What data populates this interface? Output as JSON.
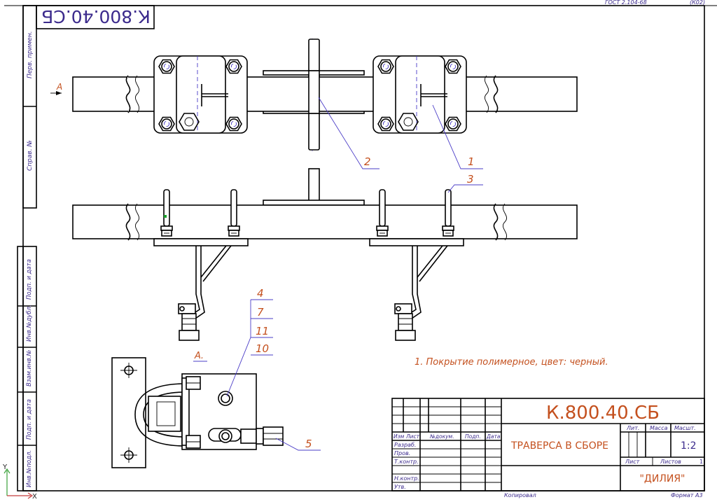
{
  "colors": {
    "line": "#000000",
    "hidden_line": "#4a3cc7",
    "callout_text": "#c4501e",
    "label_text": "#3b2a8c",
    "axis_y": "#3aa13a",
    "axis_x": "#c43c3c",
    "marker": "#18a02a"
  },
  "top_strip": {
    "standard": "ГОСТ 2.104-68",
    "form": "(К02)"
  },
  "stamp_code": "К.800.40.СБ",
  "side_columns": {
    "upper": [
      "Перв. примен.",
      "Справ. №"
    ],
    "lower": [
      "Подп. и дата",
      "Инв.№дубл.",
      "Взам.инв.№",
      "Подп. и дата",
      "Инв.№подл."
    ]
  },
  "section_label": "А",
  "view_label": "А.",
  "callouts": {
    "c1": "1",
    "c2": "2",
    "c3": "3",
    "stack": [
      "4",
      "7",
      "11",
      "10"
    ],
    "c5": "5"
  },
  "note": "1. Покрытие полимерное, цвет: черный.",
  "title_block": {
    "designation": "К.800.40.СБ",
    "name": "ТРАВЕРСА В СБОРЕ",
    "company": "\"ДИЛИЯ\"",
    "header_cells": [
      "Изм",
      "Лист",
      "№докум.",
      "Подп.",
      "Дата"
    ],
    "signature_rows": [
      "Разраб.",
      "Пров.",
      "Т.контр.",
      "",
      "Н.контр.",
      "Утв."
    ],
    "lit_label": "Лит.",
    "mass_label": "Масса",
    "scale_label": "Масшт.",
    "scale_value": "1:2",
    "sheet_label": "Лист",
    "sheets_label": "Листов",
    "sheets_value": "1"
  },
  "bottom_strip": {
    "copied": "Копировал",
    "format": "Формат А3"
  },
  "axes": {
    "y": "Y",
    "x": "X"
  }
}
